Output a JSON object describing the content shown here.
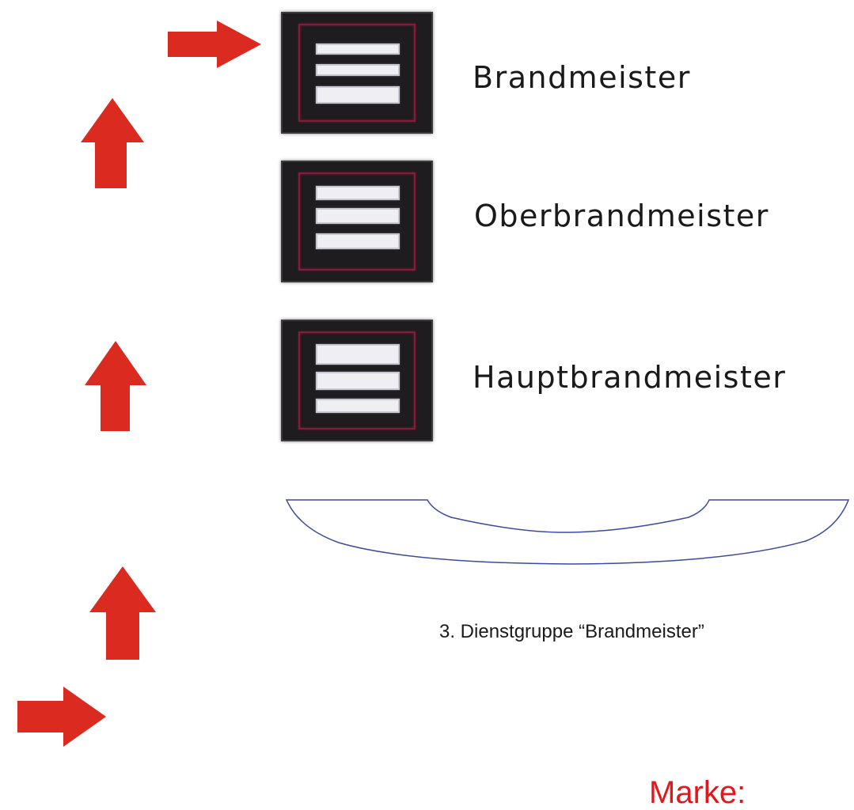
{
  "ranks": [
    {
      "label": "Brandmeister",
      "stripes": 3
    },
    {
      "label": "Oberbrandmeister",
      "stripes": 3
    },
    {
      "label": "Hauptbrandmeister",
      "stripes": 3
    }
  ],
  "group_caption": "3. Dienstgruppe “Brandmeister”",
  "footer_label": "Marke:",
  "colors": {
    "arrow": "#db2a20",
    "badge_bg": "#1e1c1e",
    "badge_frame": "#8a1a3c",
    "stripe": "#eeeef3",
    "bracket_line": "#3a4aa0",
    "footer_text": "#e3161b"
  },
  "icons": [
    "arrow-right-icon",
    "arrow-up-icon",
    "rank-badge-icon",
    "curly-bracket"
  ]
}
